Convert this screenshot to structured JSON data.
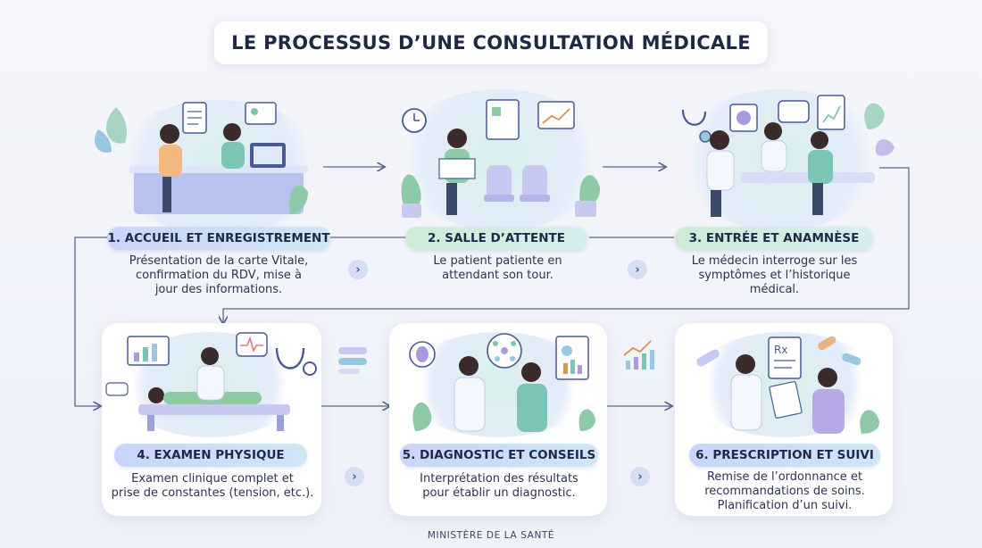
{
  "title": "LE PROCESSUS D’UNE CONSULTATION MÉDICALE",
  "footer": "MINISTÈRE DE LA SANTÉ",
  "colors": {
    "background": "#eef1f8",
    "pill_blue": "#c9d4fb",
    "pill_green": "#cdebd6",
    "accent_teal": "#7cc4b6",
    "accent_purple": "#a99ae0",
    "connector": "#5a6690"
  },
  "steps": [
    {
      "label": "1. ACCUEIL ET ENREGISTREMENT",
      "description": [
        "Présentation de la carte Vitale,",
        "confirmation du RDV, mise à",
        "jour des informations."
      ]
    },
    {
      "label": "2. SALLE D’ATTENTE",
      "description": [
        "Le patient patiente en",
        "attendant son tour."
      ]
    },
    {
      "label": "3. ENTRÉE ET ANAMNÈSE",
      "description": [
        "Le médecin interroge sur les",
        "symptômes et l’historique",
        "médical."
      ]
    },
    {
      "label": "4. EXAMEN PHYSIQUE",
      "description": [
        "Examen clinique complet et",
        "prise de constantes (tension, etc.)."
      ]
    },
    {
      "label": "5. DIAGNOSTIC ET CONSEILS",
      "description": [
        "Interprétation des résultats",
        "pour établir un diagnostic."
      ]
    },
    {
      "label": "6. PRESCRIPTION ET SUIVI",
      "description": [
        "Remise de l’ordonnance et",
        "recommandations de soins.",
        "Planification d’un suivi."
      ]
    }
  ],
  "icons": [
    "chevron-right-icon",
    "clipboard-icon",
    "chart-icon",
    "stethoscope-icon",
    "pill-icon",
    "clock-icon",
    "leaf-icon"
  ]
}
